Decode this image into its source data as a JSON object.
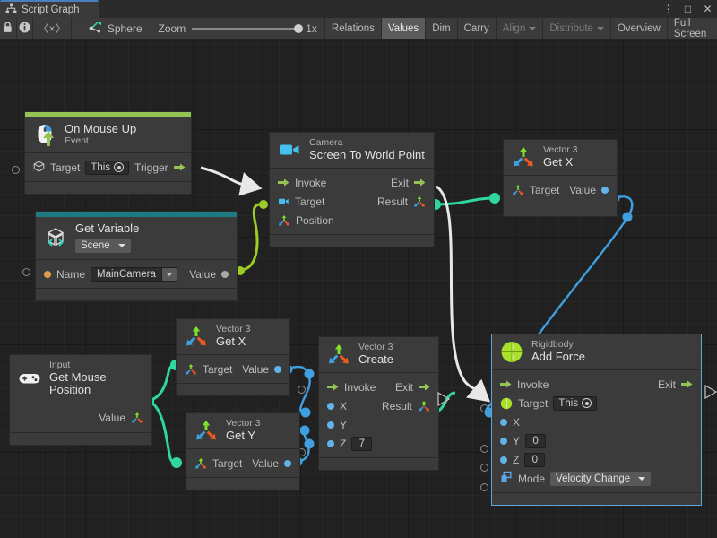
{
  "window": {
    "tab_label": "Script Graph",
    "tab_icon": "script-graph-icon",
    "buttons": [
      {
        "name": "window-menu-button",
        "glyph": "⋮"
      },
      {
        "name": "window-maximize-button",
        "glyph": "□"
      },
      {
        "name": "window-close-button",
        "glyph": "✕"
      }
    ]
  },
  "toolbar": {
    "lock_icon": "lock-icon",
    "info_icon": "info-icon",
    "code_label": "〈×〉",
    "object_name": "Sphere",
    "object_icon": "graph-asset-icon",
    "zoom_label": "Zoom",
    "zoom_value": "1x",
    "buttons": [
      {
        "name": "toolbar-relations",
        "label": "Relations",
        "state": "normal"
      },
      {
        "name": "toolbar-values",
        "label": "Values",
        "state": "active"
      },
      {
        "name": "toolbar-dim",
        "label": "Dim",
        "state": "normal"
      },
      {
        "name": "toolbar-carry",
        "label": "Carry",
        "state": "normal"
      },
      {
        "name": "toolbar-align",
        "label": "Align",
        "state": "dim",
        "caret": true
      },
      {
        "name": "toolbar-distribute",
        "label": "Distribute",
        "state": "dim",
        "caret": true
      },
      {
        "name": "toolbar-overview",
        "label": "Overview",
        "state": "normal"
      },
      {
        "name": "toolbar-fullscreen",
        "label": "Full Screen",
        "state": "normal"
      }
    ]
  },
  "colors": {
    "event_accent": "#93c455",
    "variable_accent": "#1e7a83",
    "flow_wire": "#e8e8e8",
    "gameobject_wire": "#9ccc26",
    "vector3_wire": "#2fd6a0",
    "float_wire": "#3f9fe0",
    "green_port": "#9acd32",
    "selection": "#59a8e0"
  },
  "nodes": [
    {
      "id": "on-mouse-up",
      "icon": "mouse-event-icon",
      "subtitle": "On Mouse Up",
      "title": "Event",
      "rows": [
        {
          "left_label": "Target",
          "left_field": "This",
          "right_label": "Trigger"
        }
      ]
    },
    {
      "id": "get-variable",
      "icon": "unity-variable-icon",
      "subtitle": "Get Variable",
      "dropdown": "Scene",
      "rows": [
        {
          "left_label": "Name",
          "value": "MainCamera",
          "right_label": "Value"
        }
      ]
    },
    {
      "id": "camera-screen-to-world-point",
      "icon": "camera-icon",
      "subtitle": "Camera",
      "title": "Screen To World Point",
      "rows": [
        {
          "left_label": "Invoke",
          "right_label": "Exit"
        },
        {
          "left_label": "Target",
          "right_label": "Result"
        },
        {
          "left_label": "Position"
        }
      ]
    },
    {
      "id": "vector3-get-x-top",
      "icon": "vector3-icon",
      "subtitle": "Vector 3",
      "title": "Get X",
      "rows": [
        {
          "left_label": "Target",
          "right_label": "Value"
        }
      ]
    },
    {
      "id": "input-get-mouse-position",
      "icon": "gamepad-icon",
      "subtitle": "Input",
      "title": "Get Mouse Position",
      "rows": [
        {
          "right_label": "Value"
        }
      ]
    },
    {
      "id": "vector3-get-x-mid",
      "icon": "vector3-icon",
      "subtitle": "Vector 3",
      "title": "Get X",
      "rows": [
        {
          "left_label": "Target",
          "right_label": "Value"
        }
      ]
    },
    {
      "id": "vector3-get-y",
      "icon": "vector3-icon",
      "subtitle": "Vector 3",
      "title": "Get Y",
      "rows": [
        {
          "left_label": "Target",
          "right_label": "Value"
        }
      ]
    },
    {
      "id": "vector3-create",
      "icon": "vector3-icon",
      "subtitle": "Vector 3",
      "title": "Create",
      "rows": [
        {
          "left_label": "Invoke",
          "right_label": "Exit"
        },
        {
          "left_label": "X",
          "right_label": "Result"
        },
        {
          "left_label": "Y"
        },
        {
          "left_label": "Z",
          "value": "7"
        }
      ]
    },
    {
      "id": "rigidbody-add-force",
      "icon": "rigidbody-icon",
      "subtitle": "Rigidbody",
      "title": "Add Force",
      "selected": true,
      "rows": [
        {
          "left_label": "Invoke",
          "right_label": "Exit"
        },
        {
          "left_label": "Target",
          "left_field": "This"
        },
        {
          "left_label": "X"
        },
        {
          "left_label": "Y",
          "value": "0"
        },
        {
          "left_label": "Z",
          "value": "0"
        },
        {
          "left_label": "Mode",
          "dropdown": "Velocity Change"
        }
      ]
    }
  ]
}
